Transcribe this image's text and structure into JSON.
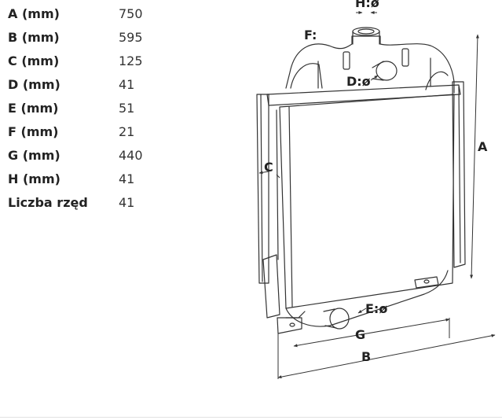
{
  "specs": [
    {
      "label": "A (mm)",
      "value": "750"
    },
    {
      "label": "B (mm)",
      "value": "595"
    },
    {
      "label": "C (mm)",
      "value": "125"
    },
    {
      "label": "D (mm)",
      "value": "41"
    },
    {
      "label": "E (mm)",
      "value": "51"
    },
    {
      "label": "F (mm)",
      "value": "21"
    },
    {
      "label": "G (mm)",
      "value": "440"
    },
    {
      "label": "H (mm)",
      "value": "41"
    },
    {
      "label": "Liczba rzęd",
      "value": "41"
    }
  ],
  "diagram": {
    "label_a": "A",
    "label_b": "B",
    "label_c": "C",
    "label_d": "D:ø",
    "label_e": "E:ø",
    "label_f": "F:",
    "label_g": "G",
    "label_h": "H:ø"
  }
}
